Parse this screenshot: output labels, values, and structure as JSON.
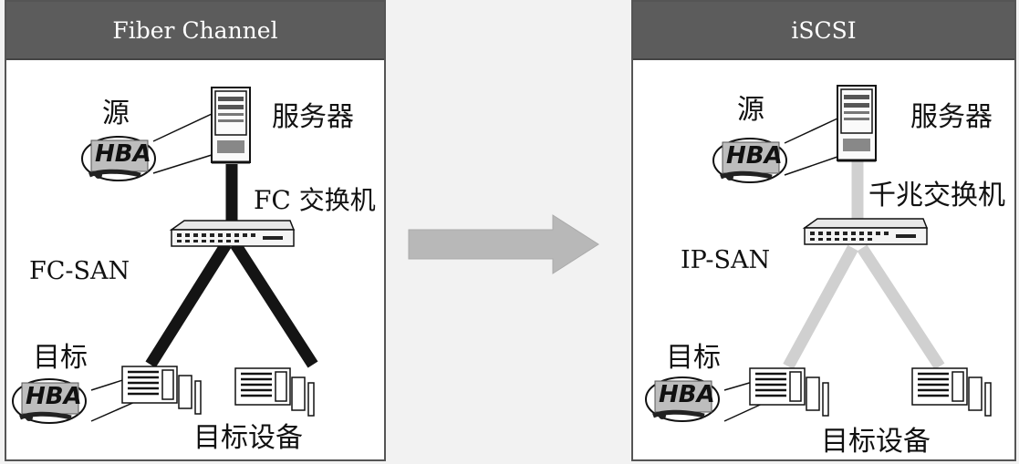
{
  "left_panel": {
    "header": "Fiber Channel",
    "source_label": "源",
    "hba_text": "HBA",
    "server_label": "服务器",
    "switch_label": "FC 交换机",
    "san_label": "FC-SAN",
    "target_label": "目标",
    "devices_label": "目标设备"
  },
  "right_panel": {
    "header": "iSCSI",
    "source_label": "源",
    "hba_text": "HBA",
    "server_label": "服务器",
    "switch_label": "千兆交换机",
    "san_label": "IP-SAN",
    "target_label": "目标",
    "devices_label": "目标设备"
  },
  "colors": {
    "fc_link": "#141414",
    "ip_link": "#d0d0d0",
    "arrow": "#b8b8b8",
    "header_bg": "#5c5c5c"
  }
}
